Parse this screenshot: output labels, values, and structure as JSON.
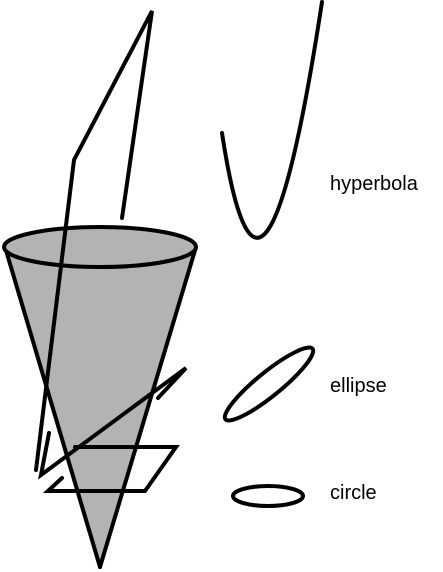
{
  "labels": {
    "hyperbola": "hyperbola",
    "ellipse": "ellipse",
    "circle": "circle"
  },
  "colors": {
    "stroke": "#000000",
    "cone_fill": "#b3b3b3",
    "background": "#ffffff"
  }
}
